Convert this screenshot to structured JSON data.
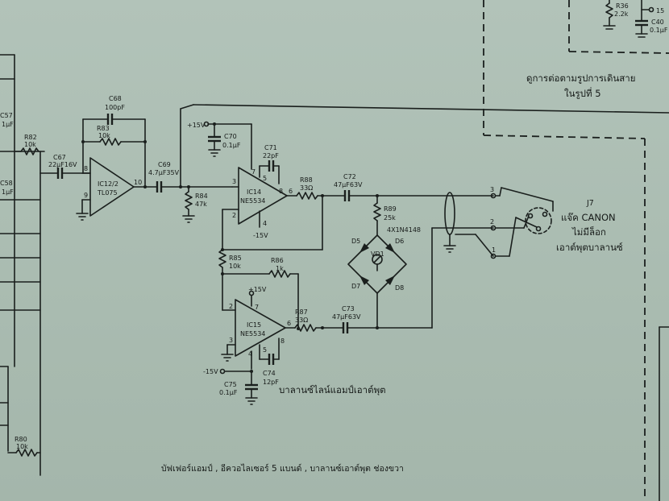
{
  "top_note": {
    "line1": "ดูการต่อตามรูปการเดินสาย",
    "line2": "ในรูปที่ 5"
  },
  "caption_output": "บาลานซ์ไลน์แอมป์เอาต์พุต",
  "caption_bottom": "บัฟเฟอร์แอมป์ , อีควอไลเซอร์ 5 แบนด์ , บาลานซ์เอาต์พุต  ช่องขวา",
  "jack": {
    "name": "J7",
    "line1": "แจ๊ค CANON",
    "line2": "ไม่มีล็อก",
    "line3": "เอาต์พุตบาลานซ์",
    "pin1": "1",
    "pin2": "2",
    "pin3": "3"
  },
  "partial": {
    "r36_name": "R36",
    "r36_val": "2.2k",
    "c40_name": "C40",
    "c40_val": "0.1μF",
    "top_c": "15",
    "c57_name": "C57",
    "c57_val": "1μF",
    "c58_name": "C58",
    "c58_val": "1μF"
  },
  "components": {
    "r82": {
      "name": "R82",
      "value": "10k"
    },
    "c67": {
      "name": "C67",
      "value": "22μF16V"
    },
    "c68": {
      "name": "C68",
      "value": "100pF"
    },
    "r83": {
      "name": "R83",
      "value": "10k"
    },
    "ic12": {
      "name": "IC12/2",
      "part": "TL075",
      "pin8": "8",
      "pin9": "9",
      "pin10": "10"
    },
    "c69": {
      "name": "C69",
      "value": "4.7μF35V"
    },
    "r84": {
      "name": "R84",
      "value": "47k"
    },
    "c70": {
      "name": "C70",
      "value": "0.1μF",
      "supply": "+15V"
    },
    "c71": {
      "name": "C71",
      "value": "22pF"
    },
    "ic14": {
      "name": "IC14",
      "part": "NE5534",
      "pin2": "2",
      "pin3": "3",
      "pin4": "4",
      "pin5": "5",
      "pin6": "6",
      "pin7": "7",
      "pin8": "8",
      "supply": "-15V"
    },
    "r88": {
      "name": "R88",
      "value": "33Ω"
    },
    "c72": {
      "name": "C72",
      "value": "47μF63V"
    },
    "r89": {
      "name": "R89",
      "value": "25k"
    },
    "diodes": {
      "part": "4X1N4148",
      "d5": "D5",
      "d6": "D6",
      "d7": "D7",
      "d8": "D8",
      "vd1": "VD1"
    },
    "r85": {
      "name": "R85",
      "value": "10k"
    },
    "r86": {
      "name": "R86",
      "value": "1k"
    },
    "ic15": {
      "name": "IC15",
      "part": "NE5534",
      "pin2": "2",
      "pin3": "3",
      "pin4": "4",
      "pin5": "5",
      "pin6": "6",
      "pin7": "7",
      "pin8": "8",
      "supply": "+15V"
    },
    "r87": {
      "name": "R87",
      "value": "33Ω"
    },
    "c73": {
      "name": "C73",
      "value": "47μF63V"
    },
    "c74": {
      "name": "C74",
      "value": "12pF"
    },
    "c75": {
      "name": "C75",
      "value": "0.1μF",
      "supply": "-15V"
    },
    "r80": {
      "name": "R80",
      "value": "10k"
    }
  }
}
